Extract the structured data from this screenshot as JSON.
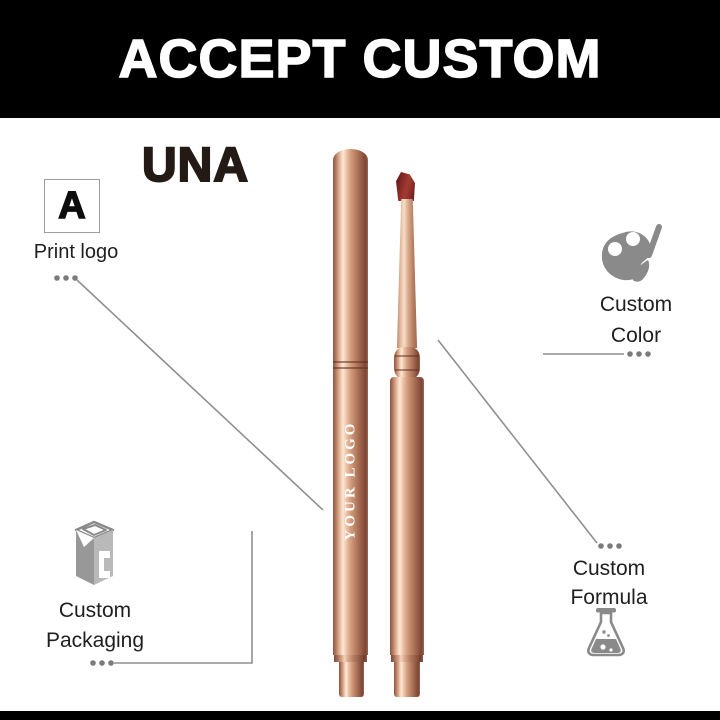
{
  "banner": {
    "title": "ACCEPT CUSTOM"
  },
  "brand": {
    "name": "UNA"
  },
  "product": {
    "engraving": "YOUR LOGO"
  },
  "features": {
    "print_logo": {
      "label": "Print logo",
      "icon": "letter-a-icon",
      "glyph": "A"
    },
    "custom_color": {
      "lines": [
        "Custom",
        "Color"
      ],
      "icon": "palette-icon"
    },
    "custom_packaging": {
      "lines": [
        "Custom",
        "Packaging"
      ],
      "icon": "package-box-icon"
    },
    "custom_formula": {
      "lines": [
        "Custom",
        "Formula"
      ],
      "icon": "flask-icon"
    }
  },
  "colors": {
    "banner_bg": "#000000",
    "banner_text": "#ffffff",
    "label_text": "#1f1f1f",
    "connector_gray": "#8f8f8f",
    "dot_gray": "#7b7b7b",
    "icon_gray": "#8a8a8a",
    "rose_gold_highlight": "#f7ddc8",
    "rose_gold_mid": "#c88a6c",
    "rose_gold_shadow": "#7c4534",
    "liner_tip_red": "#8c2e29",
    "engraving_text": "#ffffff"
  }
}
